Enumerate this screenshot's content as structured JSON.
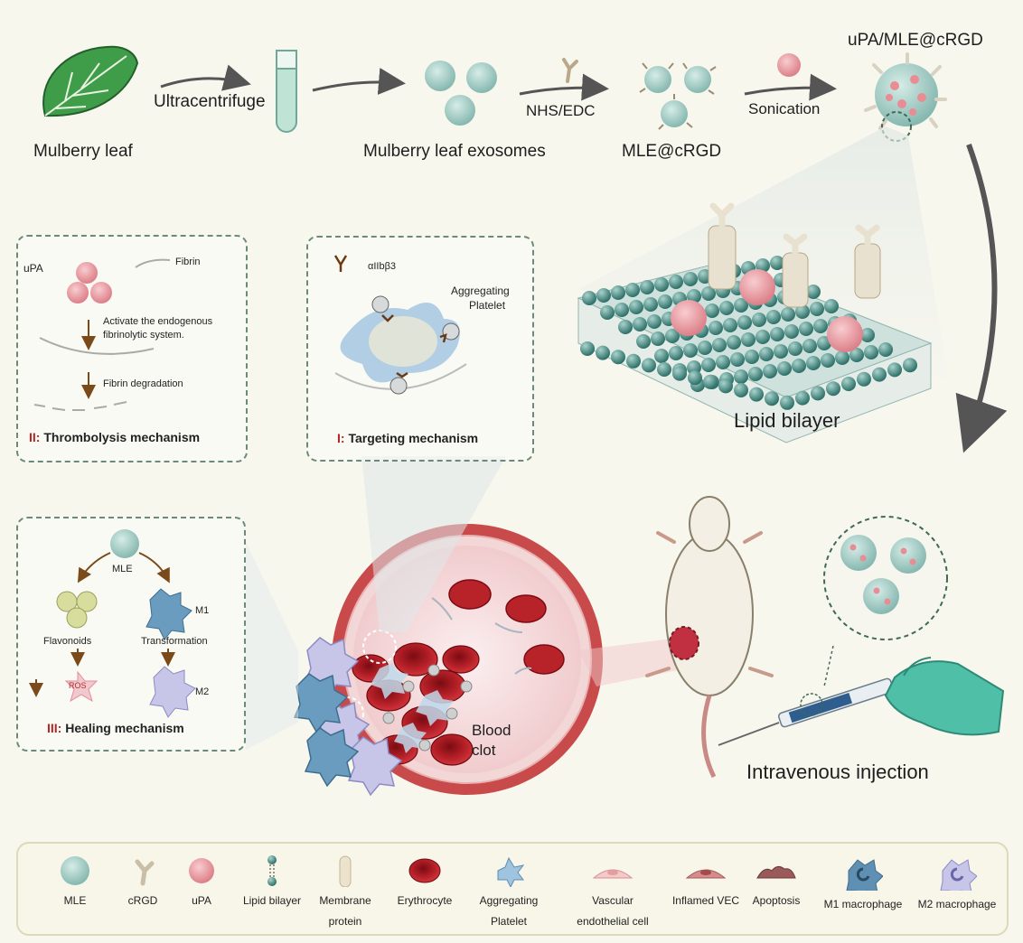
{
  "workflow": {
    "leaf_label": "Mulberry leaf",
    "ultracentrifuge_label": "Ultracentrifuge",
    "exosomes_label": "Mulberry leaf exosomes",
    "nhs_edc_label": "NHS/EDC",
    "mle_crgd_label": "MLE@cRGD",
    "sonication_label": "Sonication",
    "product_label": "uPA/MLE@cRGD",
    "lipid_bilayer_label": "Lipid bilayer"
  },
  "panel_thrombolysis": {
    "upa_label": "uPA",
    "fibrin_label": "Fibrin",
    "step1": "Activate the endogenous",
    "step1b": "fibrinolytic system.",
    "step2": "Fibrin degradation",
    "title_num": "II:",
    "title_text": " Thrombolysis mechanism"
  },
  "panel_targeting": {
    "receptor_label": "αIIbβ3",
    "platelet_label_1": "Aggregating",
    "platelet_label_2": "Platelet",
    "title_num": "I:",
    "title_text": " Targeting mechanism"
  },
  "panel_healing": {
    "mle_label": "MLE",
    "flavonoids_label": "Flavonoids",
    "m1_label": "M1",
    "transformation_label": "Transformation",
    "ros_label": "ROS",
    "m2_label": "M2",
    "title_num": "III:",
    "title_text": " Healing mechanism"
  },
  "vessel": {
    "clot_label_1": "Blood",
    "clot_label_2": "clot"
  },
  "injection": {
    "label": "Intravenous injection"
  },
  "legend": {
    "items": [
      {
        "label": "MLE"
      },
      {
        "label": "cRGD"
      },
      {
        "label": "uPA"
      },
      {
        "label": "Lipid bilayer"
      },
      {
        "label": "Membrane",
        "label2": "protein"
      },
      {
        "label": "Erythrocyte"
      },
      {
        "label": "Aggregating",
        "label2": "Platelet"
      },
      {
        "label": "Vascular",
        "label2": "endothelial cell"
      },
      {
        "label": "Inflamed VEC"
      },
      {
        "label": "Apoptosis"
      },
      {
        "label": "M1 macrophage"
      },
      {
        "label": "M2 macrophage"
      }
    ]
  },
  "colors": {
    "exosome": "#a9cfc9",
    "upa": "#e8a2a8",
    "erythrocyte": "#b8232a",
    "vessel_wall": "#c64a4a",
    "panel_border": "#6b8b76",
    "title_number": "#b02424"
  }
}
